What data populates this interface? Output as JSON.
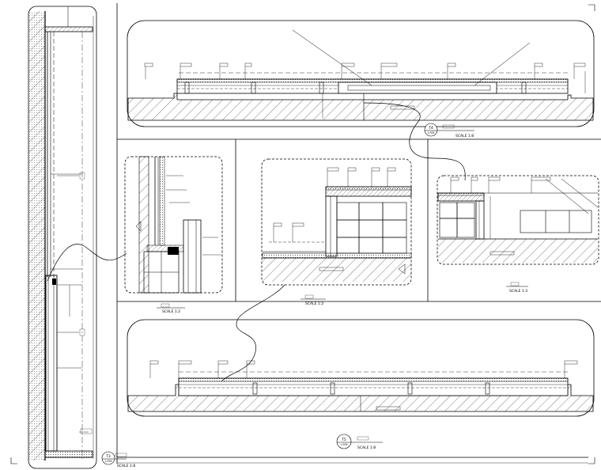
{
  "details": {
    "main_elevation": {
      "callout_number": "T3",
      "callout_sheet": "L-F09",
      "scale": "SCALE 1:8"
    },
    "top_section": {
      "callout_number": "T4",
      "callout_sheet": "L-F09",
      "scale": "SCALE 1:8"
    },
    "bottom_section": {
      "callout_number": "T5",
      "callout_sheet": "L-F09",
      "scale": "SCALE 1:8"
    },
    "detail_a": {
      "scale": "SCALE 1:2"
    },
    "detail_b": {
      "scale": "SCALE 1:2"
    },
    "detail_c": {
      "scale": "SCALE 1:3"
    }
  }
}
